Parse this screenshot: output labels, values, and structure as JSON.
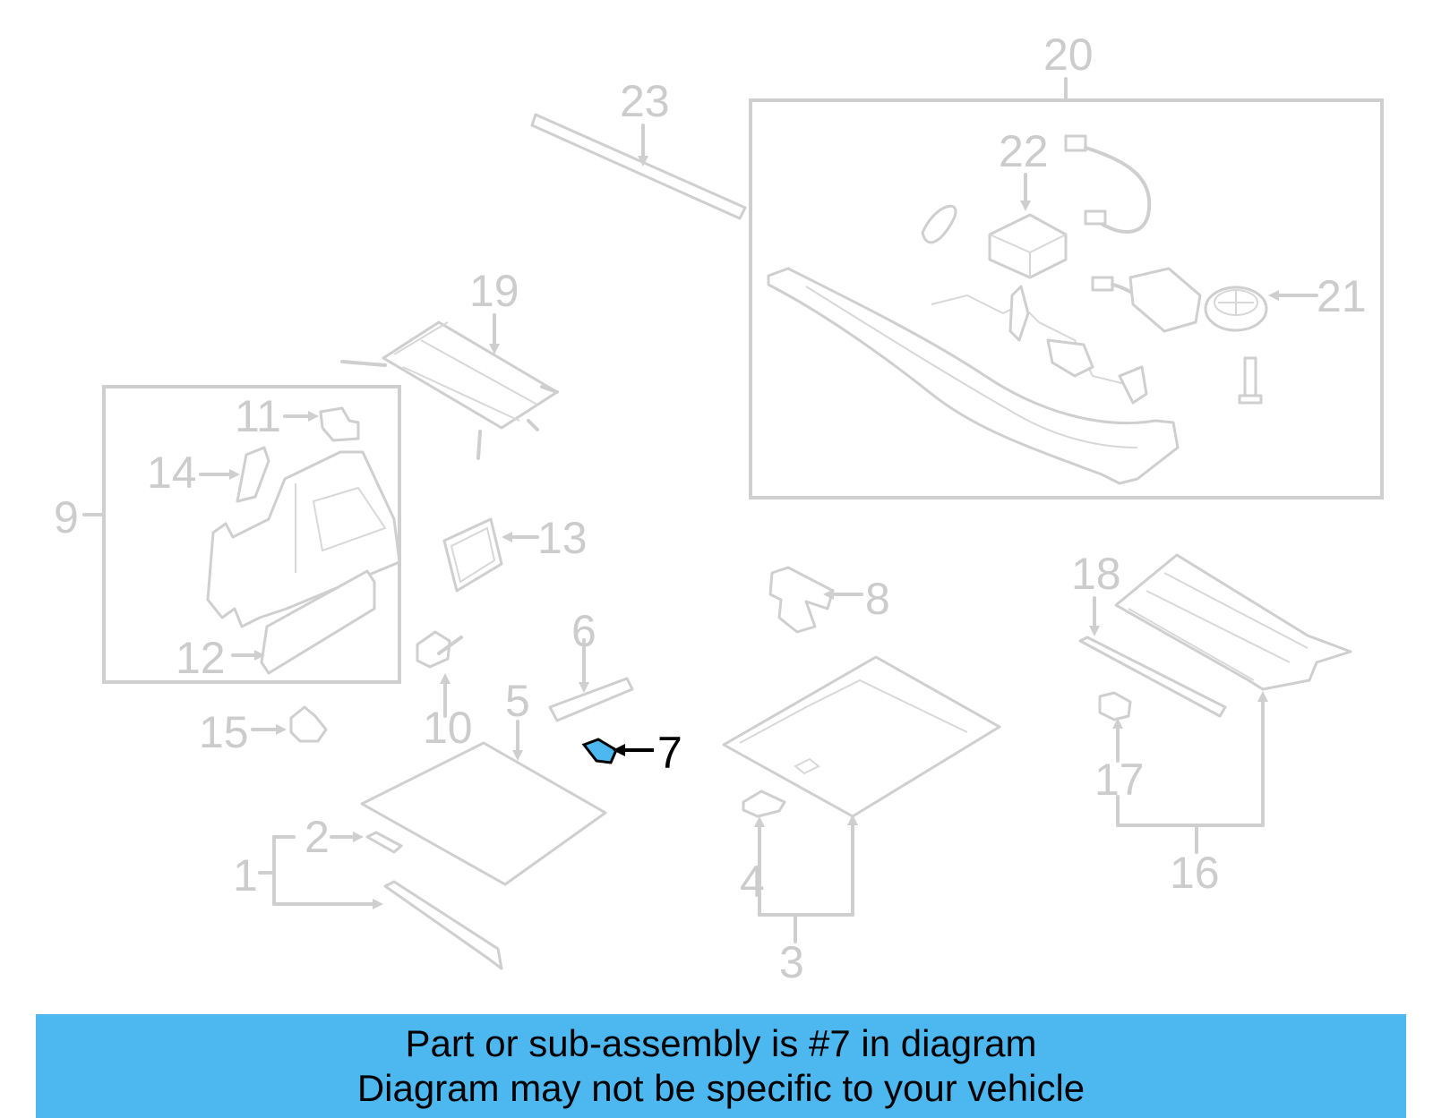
{
  "diagram": {
    "callouts": {
      "c1": "1",
      "c2": "2",
      "c3": "3",
      "c4": "4",
      "c5": "5",
      "c6": "6",
      "c7": "7",
      "c8": "8",
      "c9": "9",
      "c10": "10",
      "c11": "11",
      "c12": "12",
      "c13": "13",
      "c14": "14",
      "c15": "15",
      "c16": "16",
      "c17": "17",
      "c18": "18",
      "c19": "19",
      "c20": "20",
      "c21": "21",
      "c22": "22",
      "c23": "23"
    },
    "highlight_color": "#4db8f0",
    "line_color": "#cfcfcf"
  },
  "banner": {
    "line1": "Part or sub-assembly is #7 in diagram",
    "line2": "Diagram may not be specific to your vehicle",
    "background": "#4db8f0"
  }
}
